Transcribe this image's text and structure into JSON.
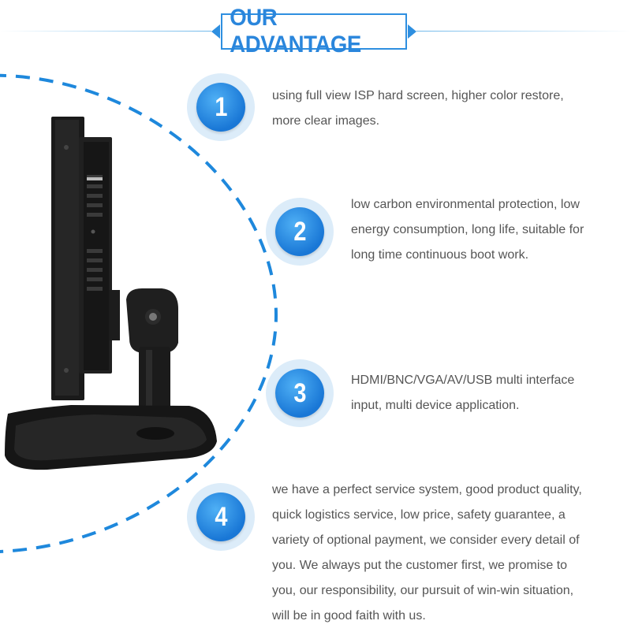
{
  "header": {
    "title": "OUR ADVANTAGE"
  },
  "features": [
    {
      "number": "1",
      "lines": [
        "using full view ISP hard screen, higher color restore,",
        "more clear images."
      ]
    },
    {
      "number": "2",
      "lines": [
        "low carbon environmental protection, low",
        "energy consumption, long life, suitable for",
        "long time continuous boot work."
      ]
    },
    {
      "number": "3",
      "lines": [
        "HDMI/BNC/VGA/AV/USB multi interface",
        "input, multi device application."
      ]
    },
    {
      "number": "4",
      "lines": [
        "we have a perfect service system, good product quality,",
        "quick logistics service, low price, safety guarantee, a",
        "variety of optional payment, we consider every detail of",
        "you. We always put the customer first, we promise to",
        "you, our responsibility, our pursuit of win-win situation,",
        "will be in good faith with us."
      ]
    }
  ],
  "colors": {
    "accent": "#2a86dc",
    "badge_ring": "#dcecf9",
    "text": "#555555"
  },
  "icons": {
    "product": "monitor-on-stand-image"
  }
}
